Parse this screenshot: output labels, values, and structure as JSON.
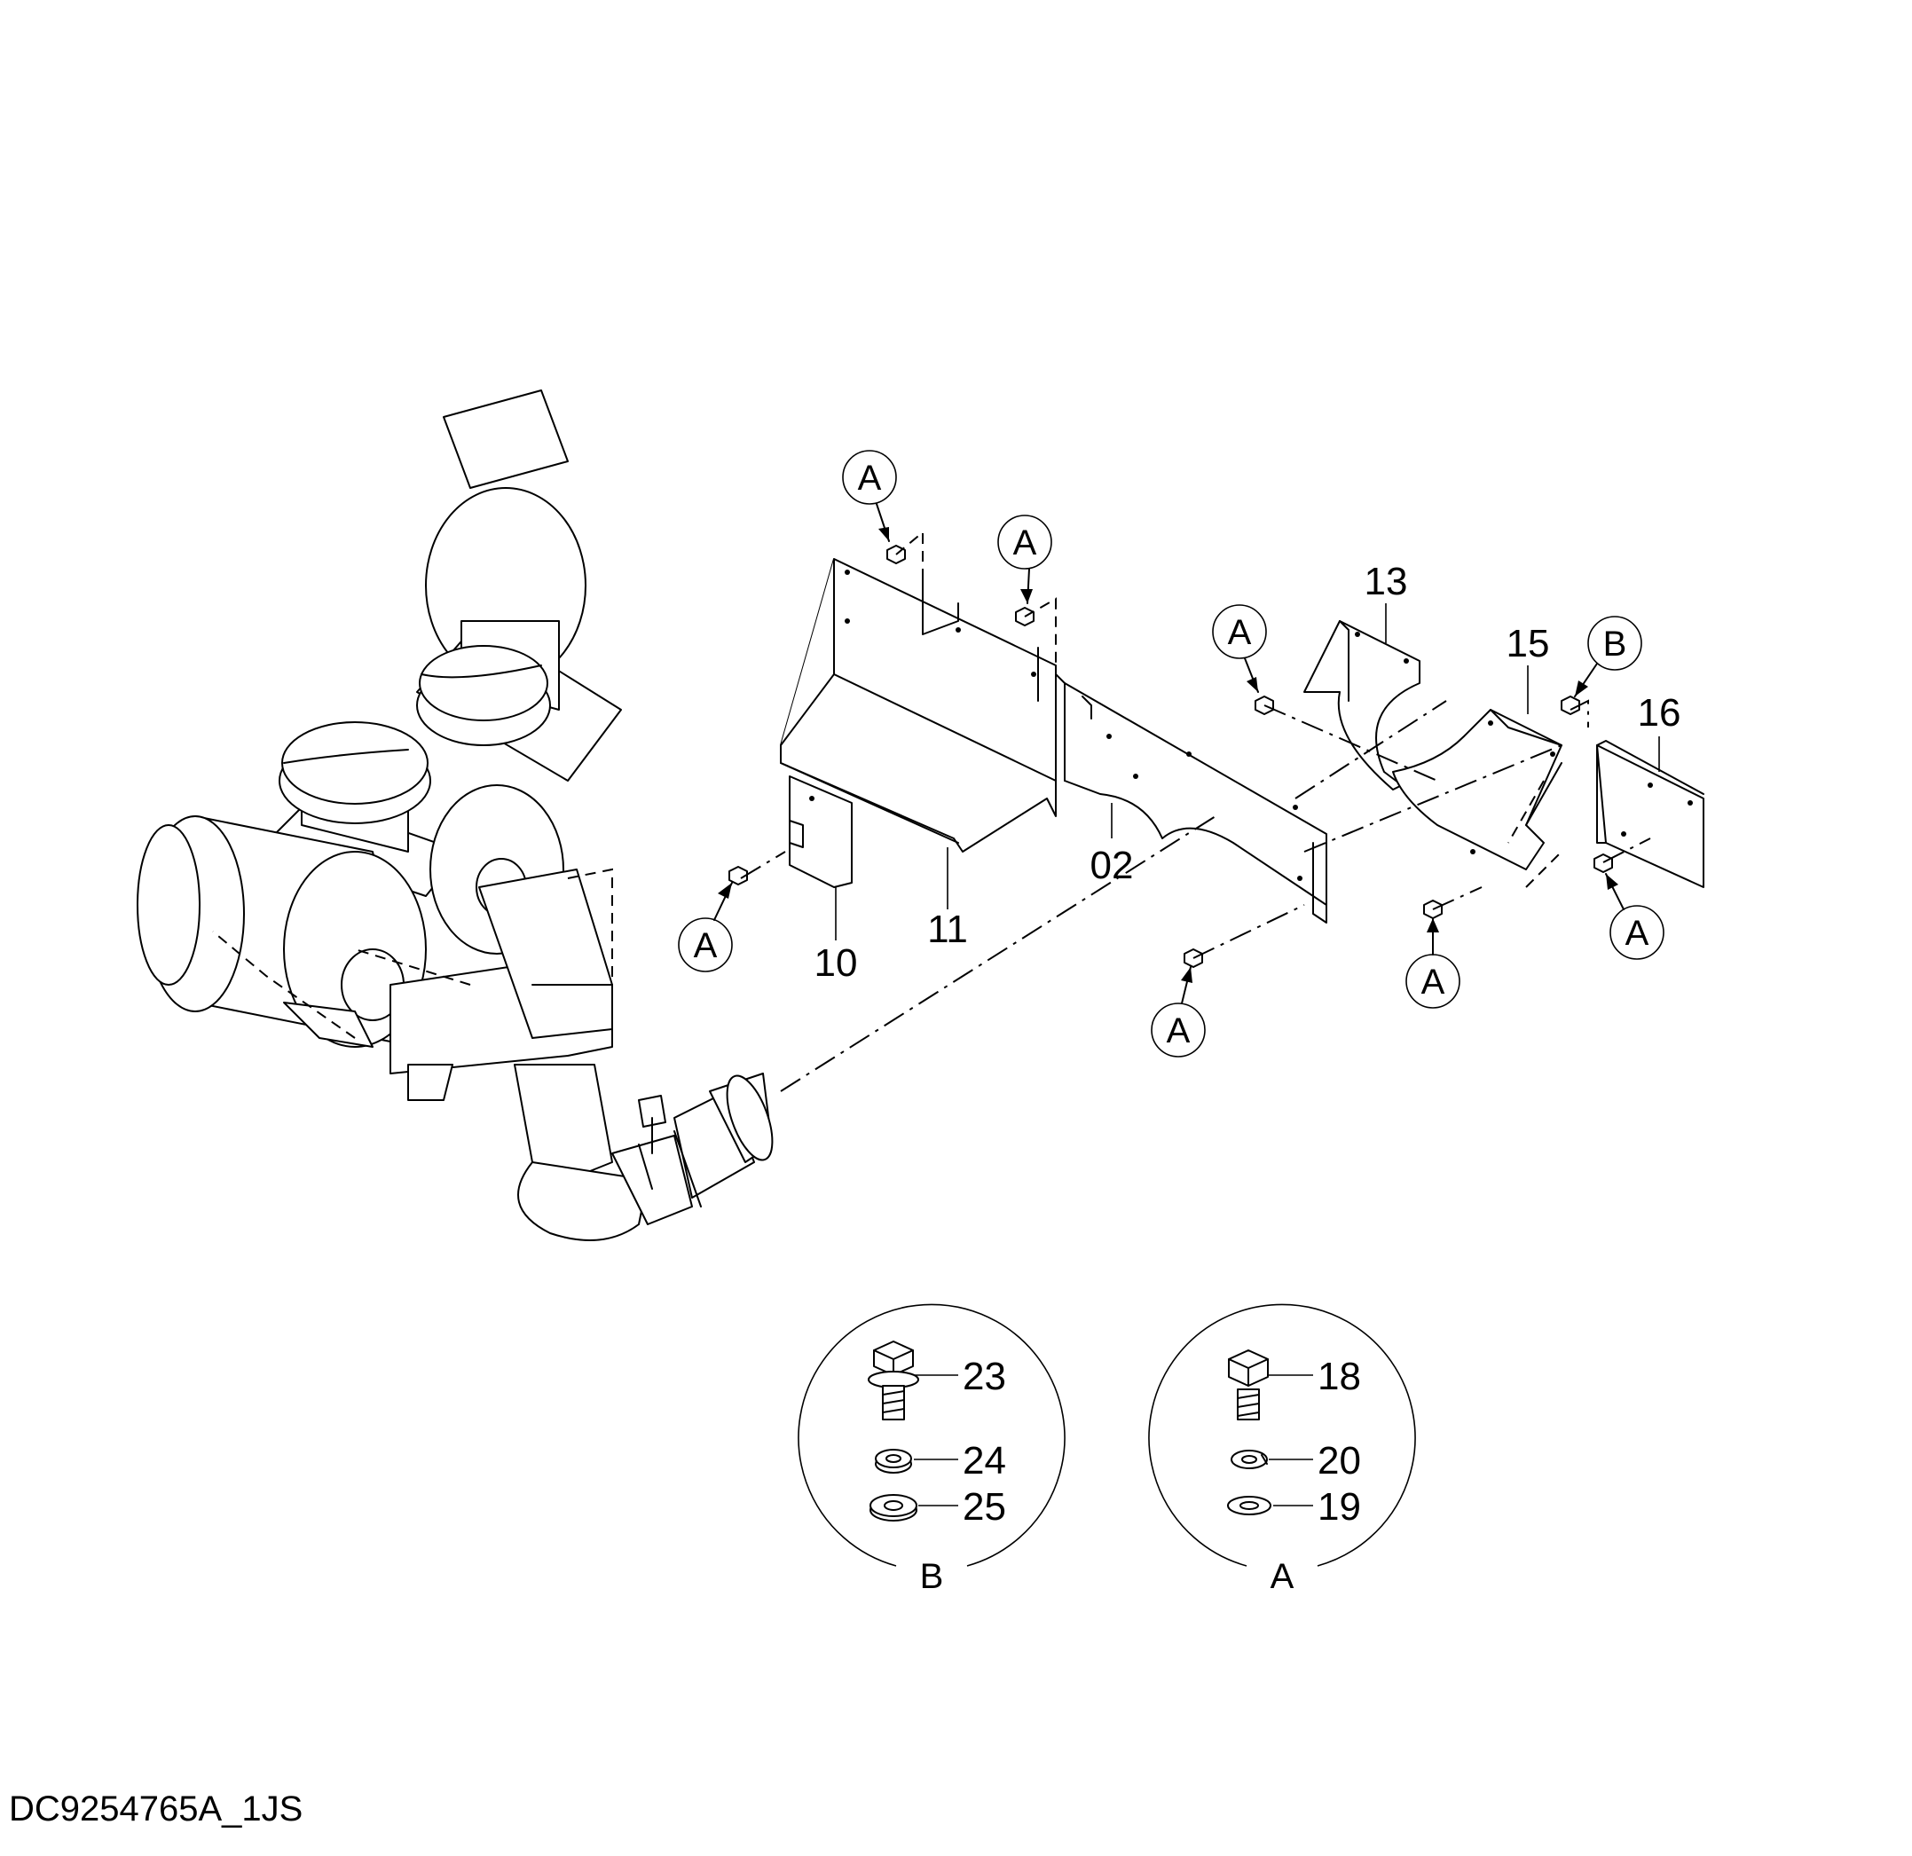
{
  "drawing_id": "DC9254765A_1JS",
  "part_numbers": {
    "p02": "02",
    "p10": "10",
    "p11": "11",
    "p13": "13",
    "p15": "15",
    "p16": "16",
    "p18": "18",
    "p19": "19",
    "p20": "20",
    "p23": "23",
    "p24": "24",
    "p25": "25"
  },
  "callout_letters": {
    "a": "A",
    "b": "B"
  },
  "detail_views": {
    "detail_a_label": "A",
    "detail_b_label": "B"
  }
}
